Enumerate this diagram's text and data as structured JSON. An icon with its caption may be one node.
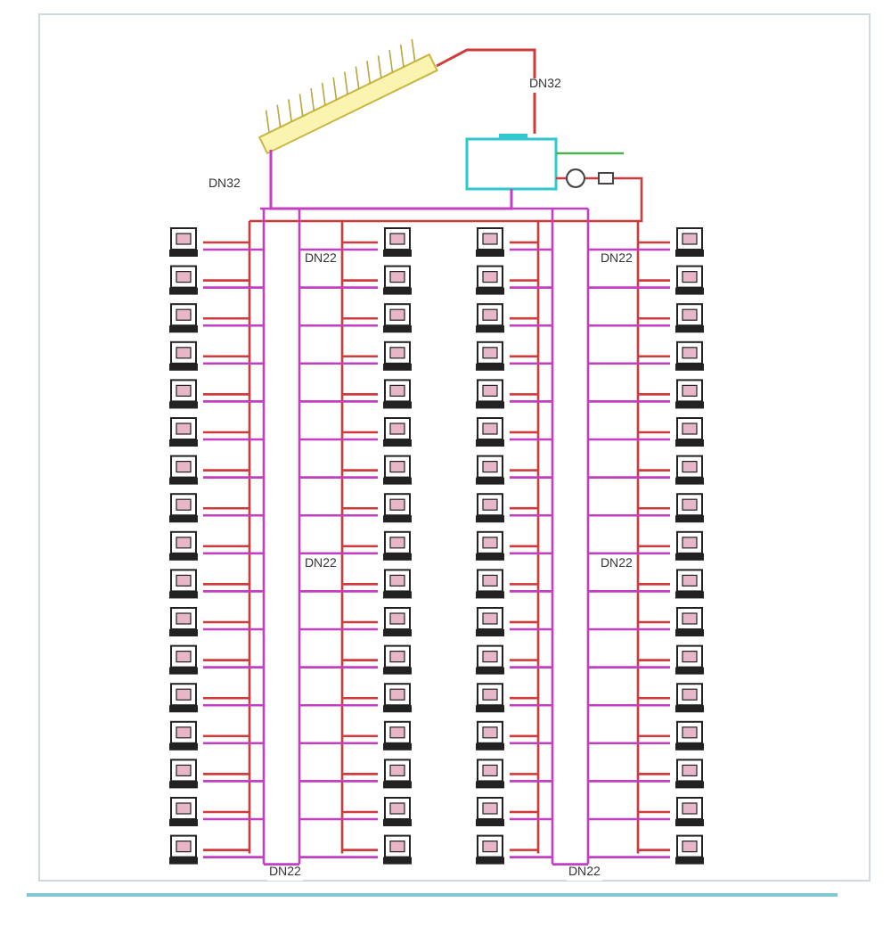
{
  "diagram": {
    "nodes": [
      {
        "text": [],
        "shape": "picture"
      },
      {
        "text": [],
        "shape": "box"
      }
    ],
    "edges": [
      {
        "from": 0,
        "to": 1,
        "arrow": "none",
        "color": "#d03a3a"
      },
      {
        "from": 1,
        "to": 0,
        "arrow": "none",
        "color": "#c23fc2"
      }
    ],
    "labels": [
      "DN32",
      "DN32",
      "DN22",
      "DN22",
      "DN22",
      "DN22",
      "DN22",
      "DN22"
    ]
  }
}
